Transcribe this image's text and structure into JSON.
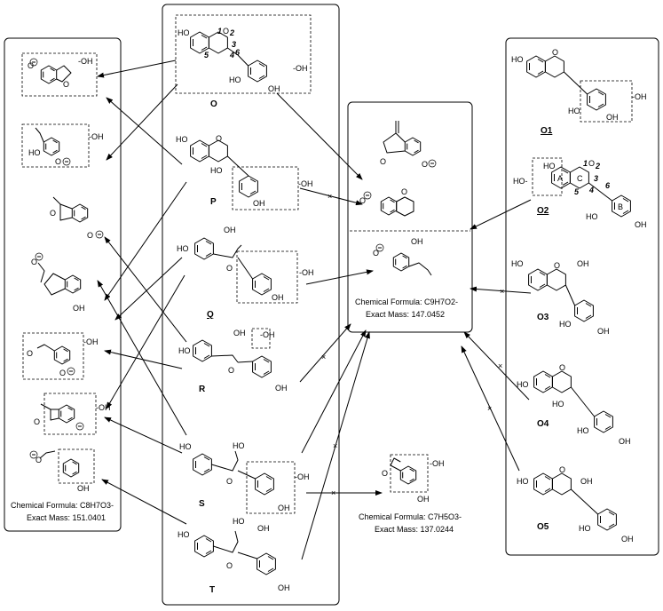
{
  "compounds": {
    "O": "O",
    "P": "P",
    "Q": "Q",
    "R": "R",
    "S": "S",
    "T": "T",
    "O1": "O1",
    "O2": "O2",
    "O3": "O3",
    "O4": "O4",
    "O5": "O5"
  },
  "groups": {
    "OH": "OH",
    "HO": "HO",
    "O": "O",
    "OH_suffix": "-OH",
    "HO_prefix": "HO-"
  },
  "ring_labels": {
    "A": "A",
    "B": "B",
    "C": "C"
  },
  "positions": [
    "1",
    "2",
    "3",
    "4",
    "5",
    "6"
  ],
  "products": {
    "left": {
      "formula": "Chemical Formula: C8H7O3-",
      "mass": "Exact Mass: 151.0401"
    },
    "center": {
      "formula": "Chemical Formula: C9H7O2-",
      "mass": "Exact Mass: 147.0452"
    },
    "bottom": {
      "formula": "Chemical Formula: C7H5O3-",
      "mass": "Exact Mass: 137.0244"
    }
  },
  "blocked_marker": "×",
  "charge_symbol": "−"
}
